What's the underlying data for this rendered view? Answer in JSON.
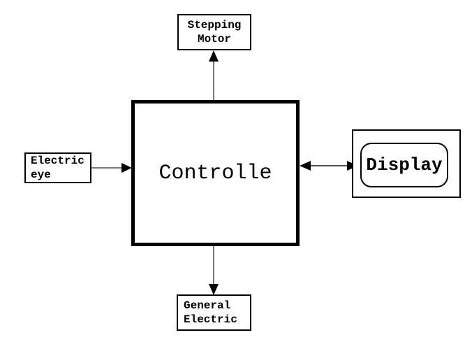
{
  "diagram": {
    "background": "#ffffff",
    "boxes": {
      "controller": {
        "label": "Controlle"
      },
      "stepping_motor": {
        "lines": [
          "Stepping",
          "Motor"
        ]
      },
      "electric_eye": {
        "lines": [
          "Electric",
          "eye"
        ]
      },
      "display": {
        "label": "Display"
      },
      "general_electric": {
        "lines": [
          "General",
          "Electric"
        ]
      }
    },
    "connections": [
      {
        "from": "controller",
        "to": "stepping_motor",
        "direction": "up"
      },
      {
        "from": "electric_eye",
        "to": "controller",
        "direction": "right"
      },
      {
        "from": "controller",
        "to": "display",
        "direction": "both"
      },
      {
        "from": "controller",
        "to": "general_electric",
        "direction": "down"
      }
    ],
    "colors": {
      "border": "#000000",
      "arrow_line": "#7a7a7a",
      "double_arrow_line": "#1a1a1a",
      "arrow_head": "#000000"
    }
  }
}
